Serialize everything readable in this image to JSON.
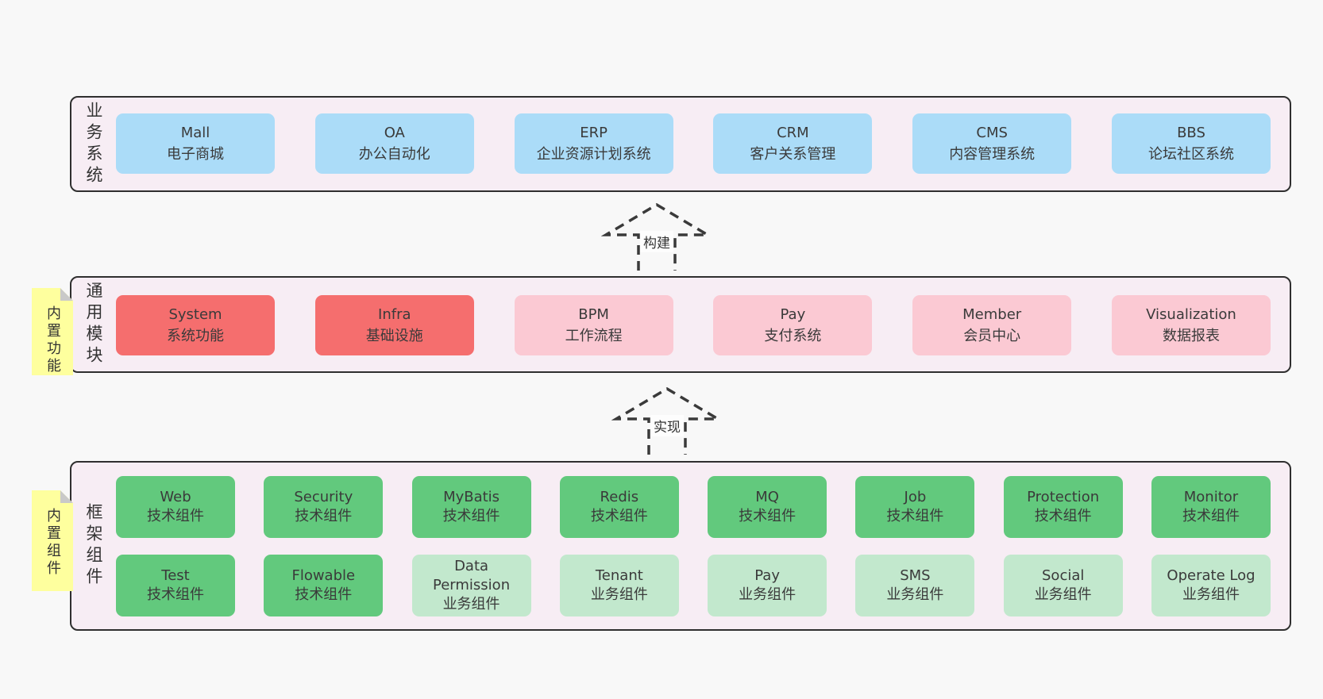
{
  "colors": {
    "page_bg": "#f8f8f8",
    "panel_bg": "#f7edf4",
    "panel_border": "#2f2f2f",
    "blue": "#abdcf8",
    "red": "#f56e6e",
    "pink": "#fbc9d3",
    "green_dark": "#62c97d",
    "green_light": "#c2e8cd",
    "sticky": "#feff9e",
    "sticky_fold": "#c9c9c9"
  },
  "arrows": {
    "build": "构建",
    "implement": "实现"
  },
  "layers": {
    "business": {
      "label": "业务系统",
      "boxes": [
        {
          "title": "Mall",
          "subtitle": "电子商城"
        },
        {
          "title": "OA",
          "subtitle": "办公自动化"
        },
        {
          "title": "ERP",
          "subtitle": "企业资源计划系统"
        },
        {
          "title": "CRM",
          "subtitle": "客户关系管理"
        },
        {
          "title": "CMS",
          "subtitle": "内容管理系统"
        },
        {
          "title": "BBS",
          "subtitle": "论坛社区系统"
        }
      ]
    },
    "modules": {
      "label": "通用模块",
      "sticky": "内置功能",
      "boxes": [
        {
          "title": "System",
          "subtitle": "系统功能"
        },
        {
          "title": "Infra",
          "subtitle": "基础设施"
        },
        {
          "title": "BPM",
          "subtitle": "工作流程"
        },
        {
          "title": "Pay",
          "subtitle": "支付系统"
        },
        {
          "title": "Member",
          "subtitle": "会员中心"
        },
        {
          "title": "Visualization",
          "subtitle": "数据报表"
        }
      ]
    },
    "framework": {
      "label": "框架组件",
      "sticky": "内置组件",
      "row1": [
        {
          "title": "Web",
          "subtitle": "技术组件"
        },
        {
          "title": "Security",
          "subtitle": "技术组件"
        },
        {
          "title": "MyBatis",
          "subtitle": "技术组件"
        },
        {
          "title": "Redis",
          "subtitle": "技术组件"
        },
        {
          "title": "MQ",
          "subtitle": "技术组件"
        },
        {
          "title": "Job",
          "subtitle": "技术组件"
        },
        {
          "title": "Protection",
          "subtitle": "技术组件"
        },
        {
          "title": "Monitor",
          "subtitle": "技术组件"
        }
      ],
      "row2": [
        {
          "title": "Test",
          "subtitle": "技术组件"
        },
        {
          "title": "Flowable",
          "subtitle": "技术组件"
        },
        {
          "title": "Data Permission",
          "subtitle": "业务组件"
        },
        {
          "title": "Tenant",
          "subtitle": "业务组件"
        },
        {
          "title": "Pay",
          "subtitle": "业务组件"
        },
        {
          "title": "SMS",
          "subtitle": "业务组件"
        },
        {
          "title": "Social",
          "subtitle": "业务组件"
        },
        {
          "title": "Operate Log",
          "subtitle": "业务组件"
        }
      ]
    }
  }
}
